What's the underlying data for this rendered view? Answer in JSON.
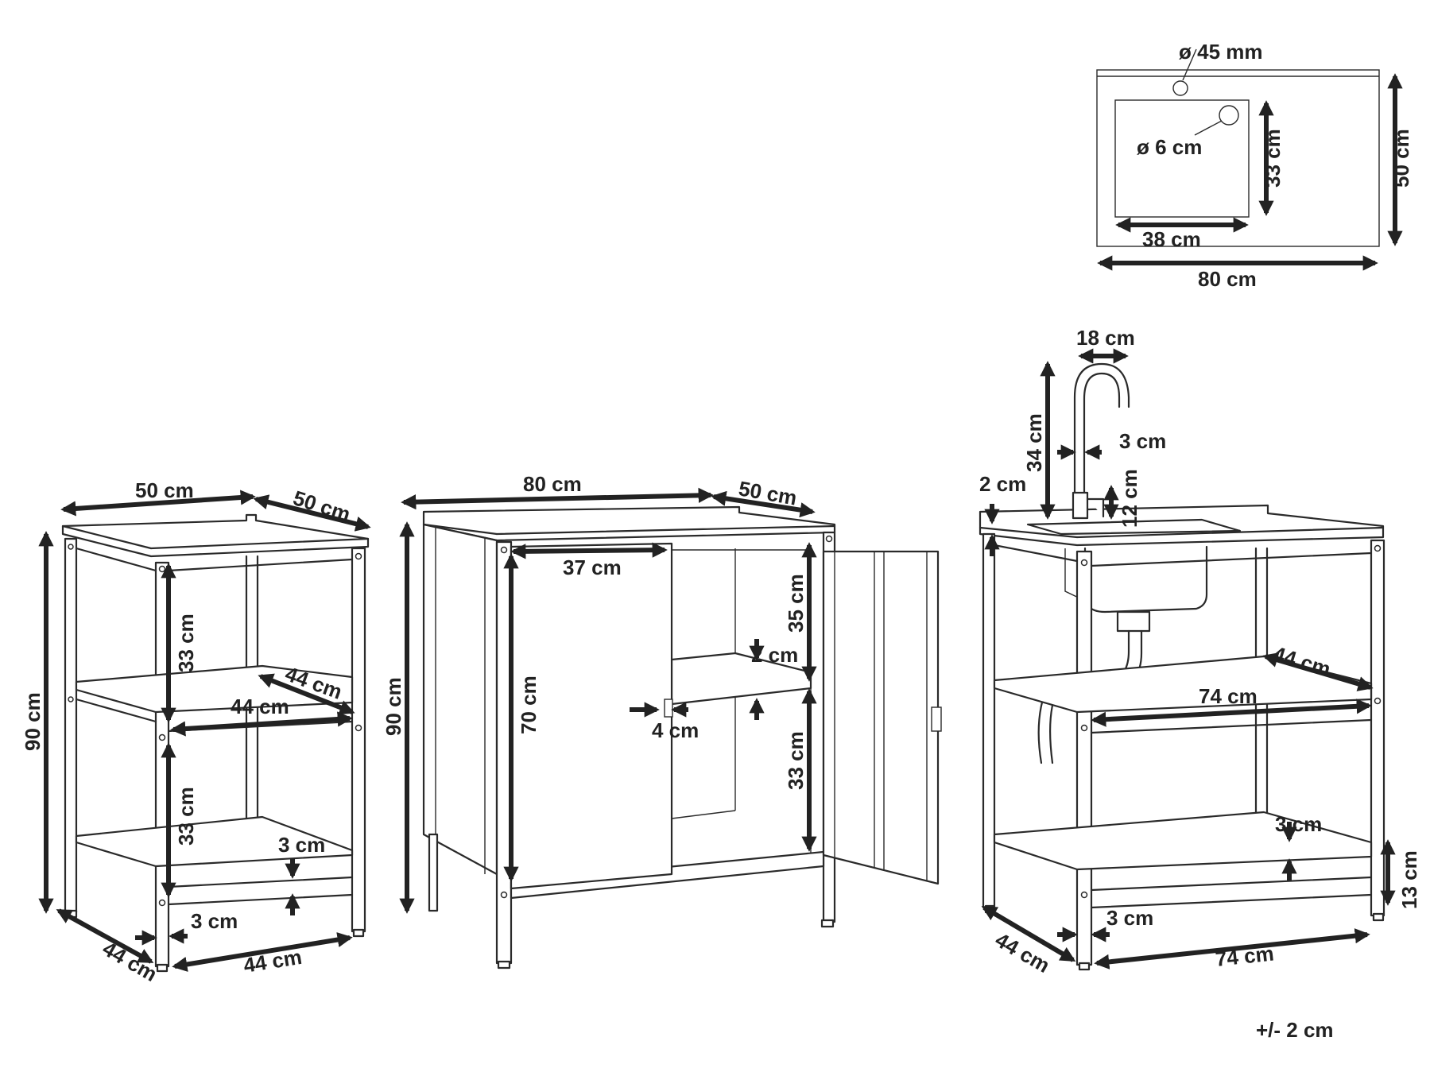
{
  "sink_top_view": {
    "hole_label": "ø 45 mm",
    "drain_label": "ø 6 cm",
    "basin_depth": "33 cm",
    "overall_depth": "50 cm",
    "basin_width": "38 cm",
    "overall_width": "80 cm"
  },
  "shelf_unit": {
    "width": "50 cm",
    "depth": "50 cm",
    "height": "90 cm",
    "shelf_gap_top": "33 cm",
    "shelf_gap_bottom": "33 cm",
    "shelf_depth": "44 cm",
    "shelf_width": "44 cm",
    "shelf_thickness": "3 cm",
    "leg_inset": "3 cm",
    "base_depth": "44 cm",
    "base_width": "44 cm"
  },
  "cabinet": {
    "width": "80 cm",
    "depth": "50 cm",
    "height": "90 cm",
    "door_width": "37 cm",
    "door_height": "70 cm",
    "upper_space": "35 cm",
    "shelf_thickness": "2 cm",
    "lower_space": "33 cm",
    "handle_depth": "4 cm"
  },
  "sink_unit": {
    "faucet_reach": "18 cm",
    "faucet_height": "34 cm",
    "faucet_diameter": "3 cm",
    "faucet_base": "12 cm",
    "upstand": "2 cm",
    "shelf_depth": "44 cm",
    "shelf_width": "74 cm",
    "shelf_thickness": "3 cm",
    "leg_inset": "3 cm",
    "base_depth": "44 cm",
    "base_width": "74 cm",
    "floor_clearance": "13 cm"
  },
  "tolerance": "+/- 2 cm"
}
